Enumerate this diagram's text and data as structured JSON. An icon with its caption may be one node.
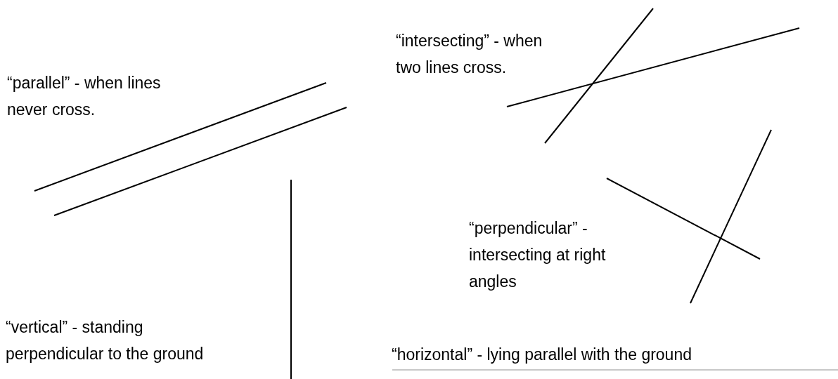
{
  "diagram": {
    "labels": [
      "“intersecting” - when two lines cross.",
      "“parallel” - when lines never cross.",
      "“perpendicular” - intersecting at right angles",
      "“vertical” - standing perpendicular to the ground",
      "“horizontal” - lying parallel with the ground"
    ]
  }
}
